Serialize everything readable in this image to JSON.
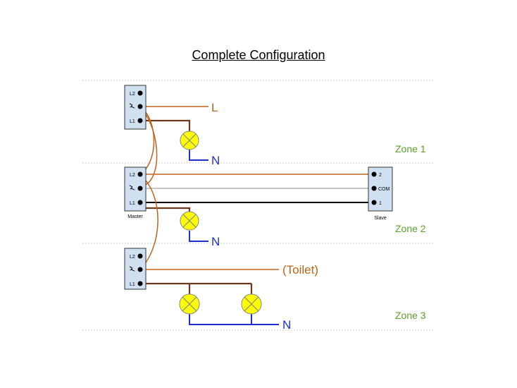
{
  "title": "Complete Configuration",
  "zones": [
    "Zone 1",
    "Zone 2",
    "Zone 3"
  ],
  "switch_labels": {
    "master": "Master",
    "slave": "Slave"
  },
  "terminals": {
    "l2": "L2",
    "l1": "L1",
    "two": "2",
    "com": "COM",
    "one": "1"
  },
  "loads": {
    "live": "L",
    "neutral": "N",
    "toilet": "(Toilet)"
  },
  "colors": {
    "brown": "#6b3a1e",
    "orange": "#c0651b",
    "blue": "#1f2fd0",
    "grey": "#b3b3b3",
    "black": "#000000",
    "zone_text": "#5aa02c",
    "switch_fill": "#cfe0f0",
    "lamp_fill": "#ffff00",
    "divider": "#bfbfbf"
  }
}
